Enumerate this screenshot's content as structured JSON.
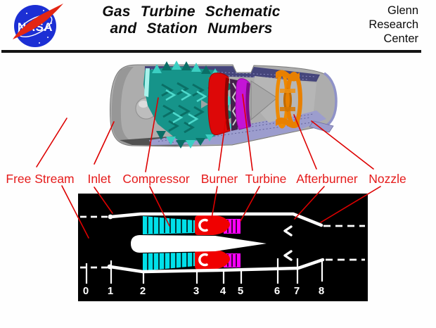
{
  "header": {
    "logo_text": "NASA",
    "title_line1": "Gas Turbine Schematic",
    "title_line2": "and Station Numbers",
    "organization": "Glenn\nResearch\nCenter"
  },
  "labels": {
    "free_stream": "Free Stream",
    "inlet": "Inlet",
    "compressor": "Compressor",
    "burner": "Burner",
    "turbine": "Turbine",
    "afterburner": "Afterburner",
    "nozzle": "Nozzle"
  },
  "schematic": {
    "stations": [
      "0",
      "1",
      "2",
      "3",
      "4",
      "5",
      "6",
      "7",
      "8"
    ]
  },
  "colors": {
    "label_red": "#e51a1a",
    "leader_red": "#dd0000",
    "nasa_blue": "#1c2fd4",
    "swoosh_red": "#e32613",
    "compressor_cyan": "#00e0ea",
    "burner_red": "#f00000",
    "turbine_magenta": "#ff00ff",
    "afterburner_orange": "#ee8a00",
    "engine_gray": "#adadad",
    "interior_lavender": "#9c9dce",
    "schematic_background": "#000000"
  }
}
